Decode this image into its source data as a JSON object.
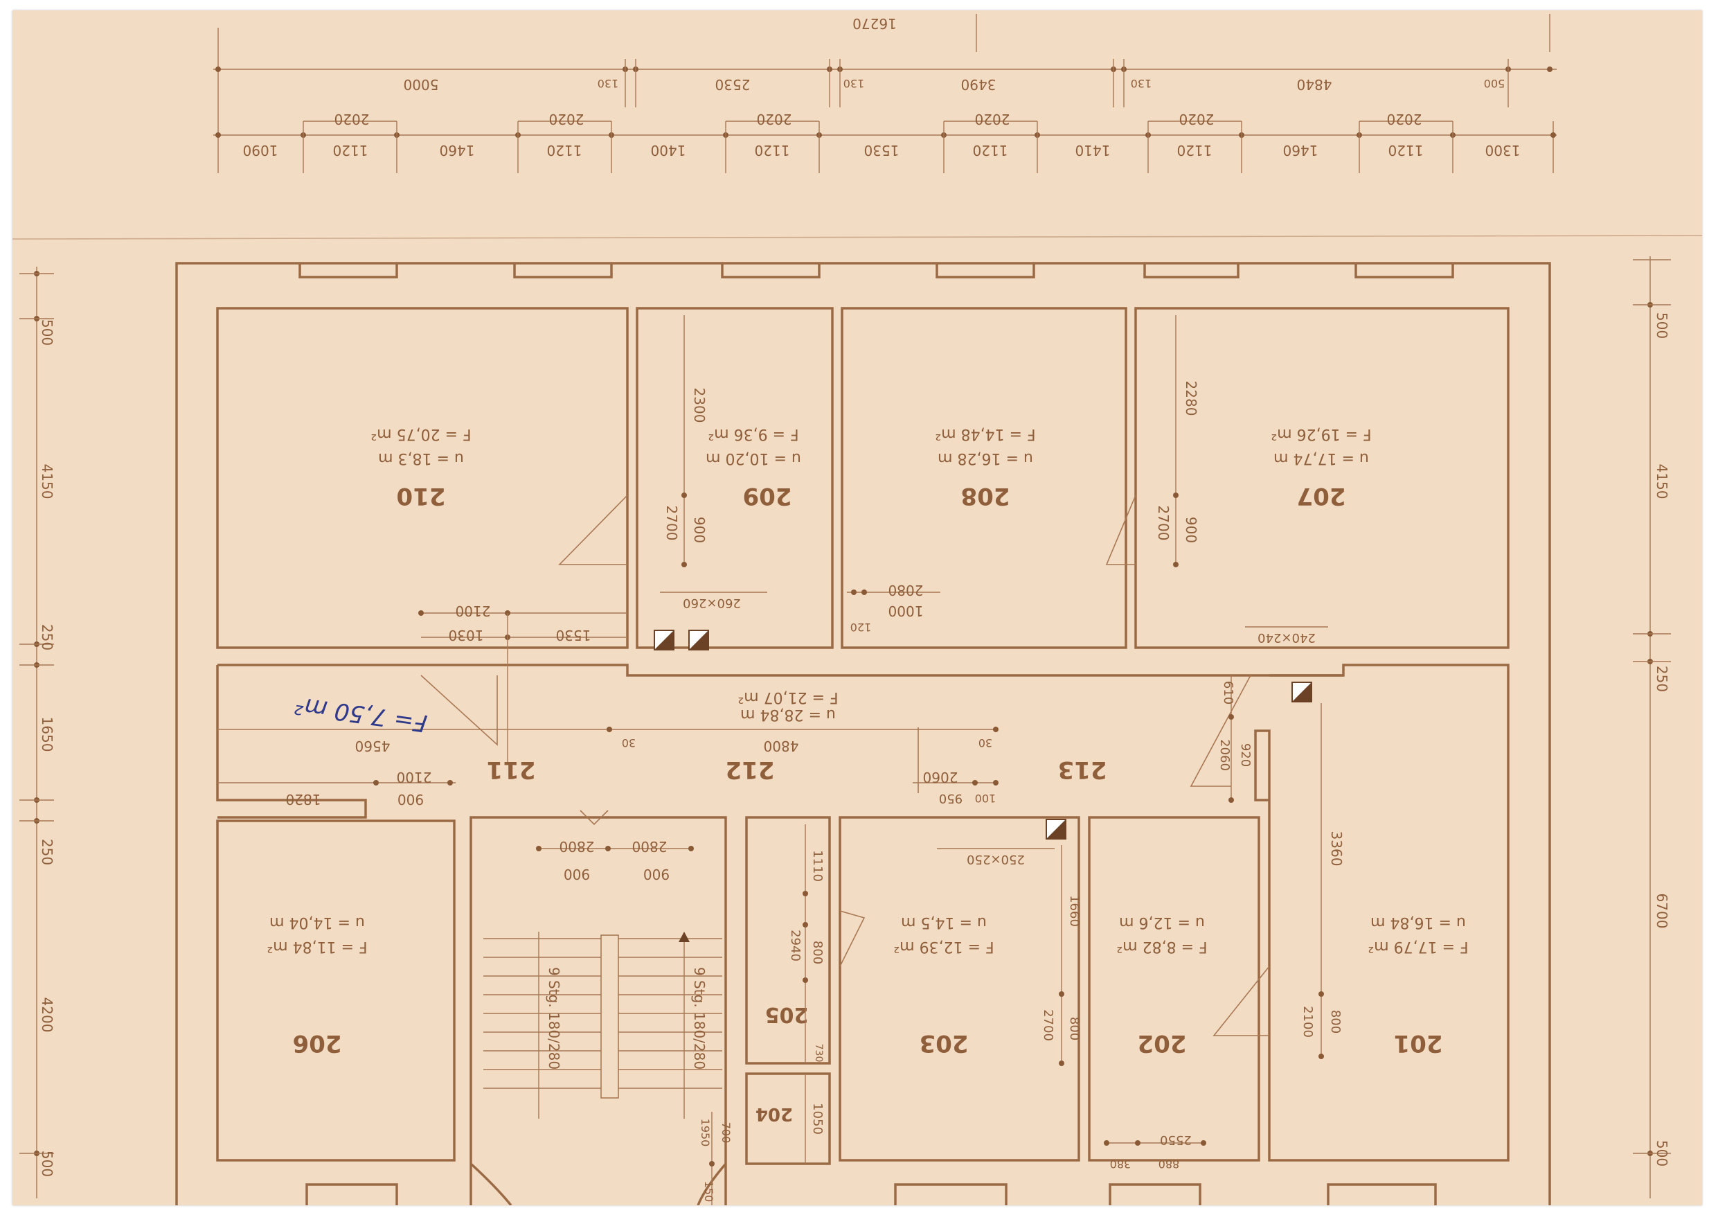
{
  "plan": {
    "top_overall_dim": "16270",
    "top_row1": [
      "5000",
      "130",
      "2530",
      "130",
      "3490",
      "130",
      "4840",
      "500"
    ],
    "top_row2": [
      "1090",
      "1120",
      "1460",
      "1120",
      "1400",
      "1120",
      "1530",
      "1120",
      "1410",
      "1120",
      "1460",
      "1120",
      "1300"
    ],
    "window_widths": [
      "2020",
      "2020",
      "2020",
      "2020",
      "2020",
      "2020"
    ],
    "left_dims": [
      "500",
      "4150",
      "250",
      "1650",
      "250",
      "4200",
      "500"
    ],
    "right_dims": [
      "500",
      "4150",
      "250",
      "6700",
      "500"
    ],
    "rooms": {
      "r210": {
        "num": "210",
        "area": "F = 20,75 m²",
        "perim": "u = 18,3 m"
      },
      "r209": {
        "num": "209",
        "area": "F = 9,36 m²",
        "perim": "u = 10,20 m"
      },
      "r208": {
        "num": "208",
        "area": "F = 14,48 m²",
        "perim": "u = 16,28 m"
      },
      "r207": {
        "num": "207",
        "area": "F = 19,26 m²",
        "perim": "u = 17,74 m"
      },
      "r211": {
        "num": "211"
      },
      "r212": {
        "num": "212",
        "area": "F = 21,07 m²",
        "perim": "u = 28,84 m"
      },
      "r213": {
        "num": "213"
      },
      "r206": {
        "num": "206",
        "area": "F = 11,84 m²",
        "perim": "u = 14,04 m"
      },
      "r205": {
        "num": "205"
      },
      "r204": {
        "num": "204"
      },
      "r203": {
        "num": "203",
        "area": "F = 12,39 m²",
        "perim": "u = 14,5 m"
      },
      "r202": {
        "num": "202",
        "area": "F = 8,82 m²",
        "perim": "u = 12,6 m"
      },
      "r201": {
        "num": "201",
        "area": "F = 17,79 m²",
        "perim": "u = 16,84 m"
      }
    },
    "inner_dims": {
      "d2300": "2300",
      "d2280": "2280",
      "d2700a": "2700",
      "d900a": "900",
      "d2700b": "2700",
      "d900b": "900",
      "d260": "260×260",
      "d240": "240×240",
      "d250": "250×250",
      "d2100a": "2100",
      "d1030": "1030",
      "d1530": "1530",
      "d2080a": "2080",
      "d1000a": "1000",
      "d120": "120",
      "d4560": "4560",
      "d30a": "30",
      "d4800": "4800",
      "d30b": "30",
      "d2100b": "2100",
      "d900c": "900",
      "d1820": "1820",
      "d2060": "2060",
      "d100": "100",
      "d950": "950",
      "d610": "610",
      "d920": "920",
      "d2060b": "2060",
      "d3360": "3360",
      "d2800a": "2800",
      "d900d": "900",
      "d2800b": "2800",
      "d900e": "900",
      "d1110": "1110",
      "d800a": "800",
      "d2940": "2940",
      "d730": "730",
      "d1050": "1050",
      "d700": "700",
      "d1950": "1950",
      "d150": "150",
      "d1660": "1660",
      "d2700c": "2700",
      "d800b": "800",
      "d2100c": "2100",
      "d800c": "800",
      "d2550": "2550",
      "d380": "380",
      "d880": "880"
    },
    "stairs_left": "9 Stg. 180/280",
    "stairs_right": "9 Stg. 180/280",
    "handwritten_note": "F= 7,50 m²"
  }
}
